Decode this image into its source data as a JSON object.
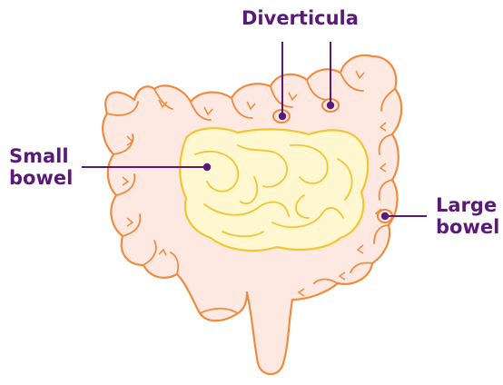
{
  "labels": {
    "diverticula": "Diverticula",
    "small_bowel_line1": "Small",
    "small_bowel_line2": "bowel",
    "large_bowel_line1": "Large",
    "large_bowel_line2": "bowel"
  },
  "colors": {
    "label": "#5a1a78",
    "large_bowel_stroke": "#f08a3c",
    "large_bowel_fill": "#fde9e2",
    "small_bowel_stroke": "#f2c531",
    "small_bowel_fill": "#fff7cf"
  }
}
